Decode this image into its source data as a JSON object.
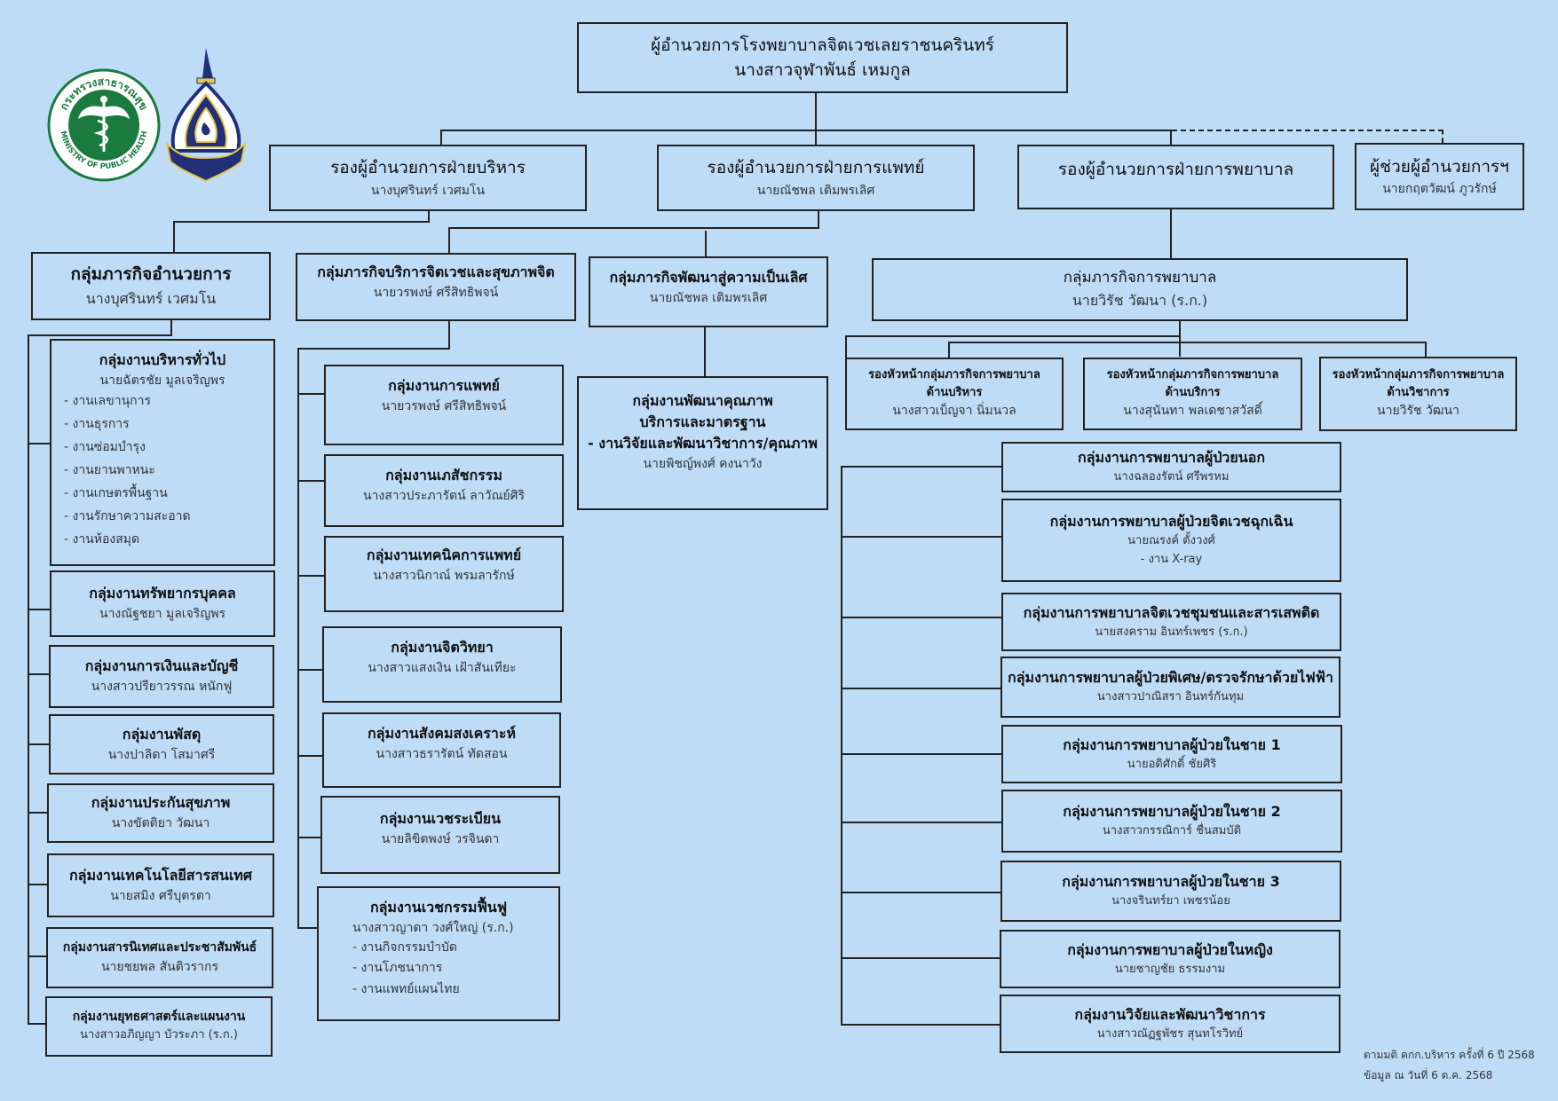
{
  "director": {
    "title": "ผู้อำนวยการโรงพยาบาลจิตเวชเลยราชนครินทร์",
    "name": "นางสาวจุฬาพันธ์  เหมกูล"
  },
  "logos": {
    "moph_top": "กระทรวงสาธารณสุข",
    "moph_bottom": "MINISTRY OF PUBLIC HEALTH",
    "moph_icon": "caduceus-seal-icon",
    "hospital_icon": "hospital-emblem-icon"
  },
  "deputies": [
    {
      "title": "รองผู้อำนวยการฝ่ายบริหาร",
      "name": "นางบุศรินทร์ เวศมโน"
    },
    {
      "title": "รองผู้อำนวยการฝ่ายการแพทย์",
      "name": "นายณัชพล เติมพรเลิศ"
    },
    {
      "title": "รองผู้อำนวยการฝ่ายการพยาบาล",
      "name": ""
    },
    {
      "title": "ผู้ช่วยผู้อำนวยการฯ",
      "name": "นายกฤตวัฒน์ ภูวรักษ์"
    }
  ],
  "mission_groups": [
    {
      "title": "กลุ่มภารกิจอำนวยการ",
      "name": "นางบุศรินทร์ เวศมโน"
    },
    {
      "title": "กลุ่มภารกิจบริการจิตเวชและสุขภาพจิต",
      "name": "นายวรพงษ์ ศรีสิทธิพจน์"
    },
    {
      "title": "กลุ่มภารกิจพัฒนาสู่ความเป็นเลิศ",
      "name": "นายณัชพล เติมพรเลิศ"
    },
    {
      "title": "กลุ่มภารกิจการพยาบาล",
      "name": "นายวิรัช  วัฒนา (ร.ก.)"
    }
  ],
  "admin_units": [
    {
      "title": "กลุ่มงานบริหารทั่วไป",
      "name": "นายฉัตรชัย มูลเจริญพร",
      "subs": [
        "- งานเลขานุการ",
        "- งานธุรการ",
        "- งานซ่อมบำรุง",
        "- งานยานพาหนะ",
        "- งานเกษตรพื้นฐาน",
        "- งานรักษาความสะอาด",
        "- งานห้องสมุด"
      ]
    },
    {
      "title": "กลุ่มงานทรัพยากรบุคคล",
      "name": "นางณัฐชยา มูลเจริญพร"
    },
    {
      "title": "กลุ่มงานการเงินและบัญชี",
      "name": "นางสาวปรียาวรรณ หนักฟู"
    },
    {
      "title": "กลุ่มงานพัสดุ",
      "name": "นางปาลิดา โสมาศรี"
    },
    {
      "title": "กลุ่มงานประกันสุขภาพ",
      "name": "นางขัตติยา วัฒนา"
    },
    {
      "title": "กลุ่มงานเทคโนโลยีสารสนเทศ",
      "name": "นายสมิง ศรีบุตรตา"
    },
    {
      "title": "กลุ่มงานสารนิเทศและประชาสัมพันธ์",
      "name": "นายชยพล สันติวรากร"
    },
    {
      "title": "กลุ่มงานยุทธศาสตร์และแผนงาน",
      "name": "นางสาวอภิญญา บัวระภา (ร.ก.)"
    }
  ],
  "psych_units": [
    {
      "title": "กลุ่มงานการแพทย์",
      "name": "นายวรพงษ์ ศรีสิทธิพจน์"
    },
    {
      "title": "กลุ่มงานเภสัชกรรม",
      "name": "นางสาวประภารัตน์ ลาวัณย์ศิริ"
    },
    {
      "title": "กลุ่มงานเทคนิคการแพทย์",
      "name": "นางสาวนิกาณ์ พรมลารักษ์"
    },
    {
      "title": "กลุ่มงานจิตวิทยา",
      "name": "นางสาวแสงเงิน เฝ้าสันเทียะ"
    },
    {
      "title": "กลุ่มงานสังคมสงเคราะห์",
      "name": "นางสาวธรารัตน์ ทัดสอน"
    },
    {
      "title": "กลุ่มงานเวชระเบียน",
      "name": "นายลิขิตพงษ์ วรจินดา"
    },
    {
      "title": "กลุ่มงานเวชกรรมฟื้นฟู",
      "name": "นางสาวญาดา วงศ์ใหญ่  (ร.ก.)",
      "subs": [
        "- งานกิจกรรมบำบัด",
        "- งานโภชนาการ",
        "- งานแพทย์แผนไทย"
      ]
    }
  ],
  "dev_unit": {
    "title_1": "กลุ่มงานพัฒนาคุณภาพ",
    "title_2": "บริการและมาตรฐาน",
    "sub": "- งานวิจัยและพัฒนาวิชาการ/คุณภาพ",
    "name": "นายพิชญ์พงศ์ คงนาวัง"
  },
  "nursing_deputies": [
    {
      "title_1": "รองหัวหน้ากลุ่มภารกิจการพยาบาล",
      "title_2": "ด้านบริหาร",
      "name": "นางสาวเบ็ญจา นิ่มนวล"
    },
    {
      "title_1": "รองหัวหน้ากลุ่มภารกิจการพยาบาล",
      "title_2": "ด้านบริการ",
      "name": "นางสุนันทา  พลเดชาสวัสดิ์"
    },
    {
      "title_1": "รองหัวหน้ากลุ่มภารกิจการพยาบาล",
      "title_2": "ด้านวิชาการ",
      "name": "นายวิรัช วัฒนา"
    }
  ],
  "nursing_units": [
    {
      "title": "กลุ่มงานการพยาบาลผู้ป่วยนอก",
      "name": "นางฉลองรัตน์  ศรีพรหม"
    },
    {
      "title": "กลุ่มงานการพยาบาลผู้ป่วยจิตเวชฉุกเฉิน",
      "name": "นายณรงค์  ตั้งวงศ์",
      "sub": "- งาน X-ray"
    },
    {
      "title": "กลุ่มงานการพยาบาลจิตเวชชุมชนและสารเสพติด",
      "name": "นายสงคราม  อินทร์เพชร (ร.ก.)"
    },
    {
      "title": "กลุ่มงานการพยาบาลผู้ป่วยพิเศษ/ตรวจรักษาด้วยไฟฟ้า",
      "name": "นางสาวปาณิสรา อินทร์กันทุม"
    },
    {
      "title": "กลุ่มงานการพยาบาลผู้ป่วยในชาย 1",
      "name": "นายอดิศักดิ์ ชัยศิริ"
    },
    {
      "title": "กลุ่มงานการพยาบาลผู้ป่วยในชาย 2",
      "name": "นางสาวกรรณิการ์  ชื่นสมบัติ"
    },
    {
      "title": "กลุ่มงานการพยาบาลผู้ป่วยในชาย 3",
      "name": "นางจรินทร์ยา  เพชรน้อย"
    },
    {
      "title": "กลุ่มงานการพยาบาลผู้ป่วยในหญิง",
      "name": "นายชาญชัย  ธรรมงาม"
    },
    {
      "title": "กลุ่มงานวิจัยและพัฒนาวิชาการ",
      "name": "นางสาวณัฏฐพัชร  สุนทโรวิทย์"
    }
  ],
  "footer": {
    "line1": "ตามมติ คกก.บริหาร ครั้งที่ 6 ปี 2568",
    "line2": "ข้อมูล ณ วันที่ 6 ต.ค. 2568"
  },
  "colors": {
    "background": "#bfdcf7",
    "line": "#222222",
    "moph_green": "#1b7a3e",
    "emblem_blue": "#22307a",
    "emblem_gold": "#e6c84a"
  }
}
